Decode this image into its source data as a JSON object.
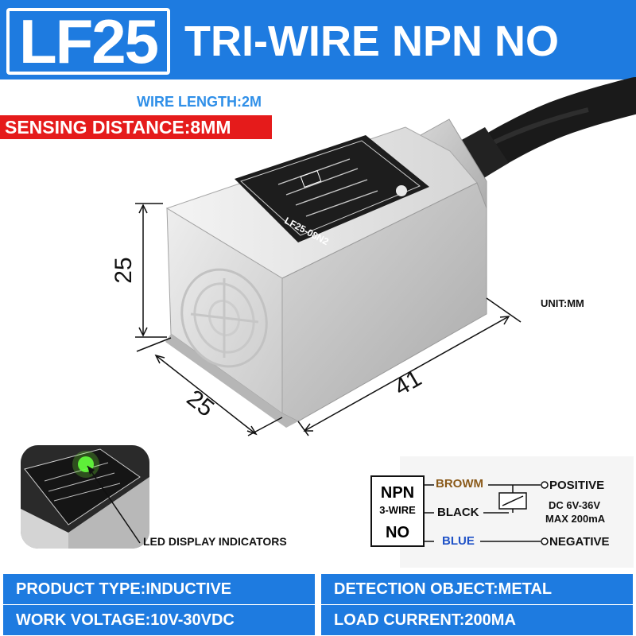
{
  "header": {
    "model": "LF25",
    "title": "TRI-WIRE NPN NO",
    "color": "#1e7be0"
  },
  "specs_top": {
    "wire_length": "WIRE LENGTH:2M",
    "sensing_distance": "SENSING DISTANCE:8MM",
    "sensing_bg": "#e51b1b"
  },
  "drawing": {
    "label_print": "LF25-08N2",
    "dim_height": "25",
    "dim_width": "25",
    "dim_length": "41",
    "unit": "UNIT:MM"
  },
  "inset": {
    "caption": "LED DISPLAY INDICATORS"
  },
  "wiring": {
    "type_line1": "NPN",
    "type_line2": "3-WIRE",
    "type_line3": "NO",
    "wire1": "BROWM",
    "wire2": "BLACK",
    "wire3": "BLUE",
    "terminal_positive": "POSITIVE",
    "supply_line1": "DC 6V-36V",
    "supply_line2": "MAX 200mA",
    "terminal_negative": "NEGATIVE",
    "brown_color": "#8a5a1a",
    "blue_color": "#1f52c7"
  },
  "footer": {
    "product_type": "PRODUCT TYPE:INDUCTIVE",
    "detection_object": "DETECTION OBJECT:METAL",
    "work_voltage": "WORK VOLTAGE:10V-30VDC",
    "load_current": "LOAD CURRENT:200MA"
  }
}
